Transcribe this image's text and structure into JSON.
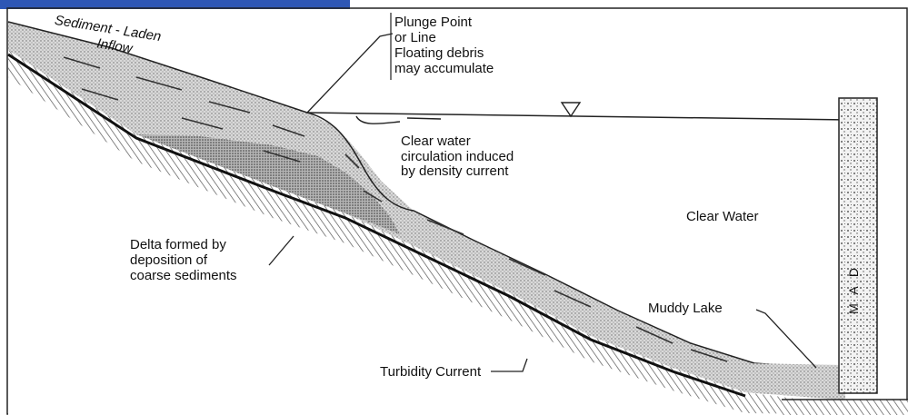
{
  "diagram": {
    "labels": {
      "sediment_inflow": [
        "Sediment - Laden",
        "Inflow"
      ],
      "plunge_point": [
        "Plunge Point",
        "or Line",
        "Floating debris",
        "may accumulate"
      ],
      "clear_water_circulation": [
        "Clear water",
        "circulation induced",
        "by density current"
      ],
      "clear_water": "Clear Water",
      "delta": [
        "Delta formed by",
        "deposition of",
        "coarse sediments"
      ],
      "muddy_lake": "Muddy Lake",
      "turbidity_current": "Turbidity Current",
      "dam": [
        "D",
        "A",
        "M"
      ]
    },
    "colors": {
      "header_bar": "#2e57b5",
      "frame": "#222222",
      "ink": "#111111",
      "sediment_fill": "#cfcfcf",
      "delta_fill": "#a9a9a9",
      "ground_hatch": "#555555",
      "water": "#ffffff"
    }
  }
}
